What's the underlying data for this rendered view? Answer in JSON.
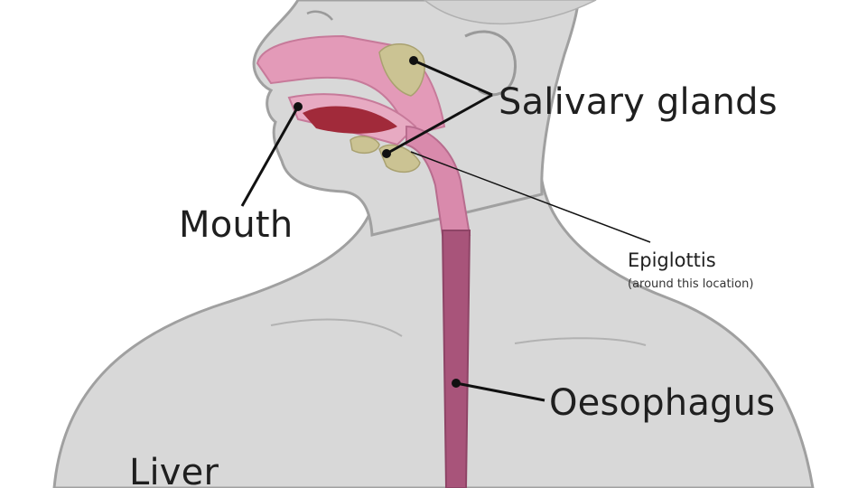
{
  "labels": {
    "salivary_glands": "Salivary glands",
    "mouth": "Mouth",
    "epiglottis": "Epiglottis",
    "epiglottis_note": "(around this location)",
    "oesophagus": "Oesophagus",
    "liver": "Liver"
  },
  "colors": {
    "body": "#d8d8d8",
    "outline": "#a0a0a0",
    "tract": "#e39ab8",
    "oesophagus": "#a8547a",
    "tongue": "#a12a3a",
    "gland": "#cbc393",
    "leader": "#111111"
  }
}
